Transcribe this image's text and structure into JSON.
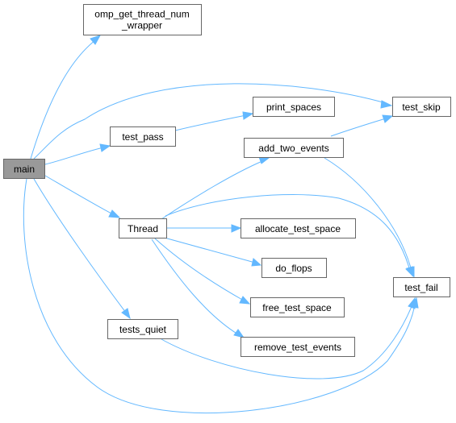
{
  "graph": {
    "nodes": {
      "main": {
        "label": "main",
        "root": true
      },
      "omp": {
        "label_lines": [
          "omp_get_thread_num",
          "_wrapper"
        ]
      },
      "test_pass": {
        "label": "test_pass"
      },
      "thread": {
        "label": "Thread"
      },
      "tests_quiet": {
        "label": "tests_quiet"
      },
      "print_spaces": {
        "label": "print_spaces"
      },
      "add_two_events": {
        "label": "add_two_events"
      },
      "allocate_test_space": {
        "label": "allocate_test_space"
      },
      "do_flops": {
        "label": "do_flops"
      },
      "free_test_space": {
        "label": "free_test_space"
      },
      "remove_test_events": {
        "label": "remove_test_events"
      },
      "test_skip": {
        "label": "test_skip"
      },
      "test_fail": {
        "label": "test_fail"
      }
    },
    "edges": [
      {
        "from": "main",
        "to": "omp"
      },
      {
        "from": "main",
        "to": "test_skip"
      },
      {
        "from": "main",
        "to": "test_pass"
      },
      {
        "from": "main",
        "to": "thread"
      },
      {
        "from": "main",
        "to": "tests_quiet"
      },
      {
        "from": "main",
        "to": "test_fail"
      },
      {
        "from": "test_pass",
        "to": "print_spaces"
      },
      {
        "from": "thread",
        "to": "add_two_events"
      },
      {
        "from": "thread",
        "to": "test_fail"
      },
      {
        "from": "thread",
        "to": "allocate_test_space"
      },
      {
        "from": "thread",
        "to": "do_flops"
      },
      {
        "from": "thread",
        "to": "free_test_space"
      },
      {
        "from": "thread",
        "to": "remove_test_events"
      },
      {
        "from": "add_two_events",
        "to": "test_skip"
      },
      {
        "from": "add_two_events",
        "to": "test_fail"
      },
      {
        "from": "tests_quiet",
        "to": "test_fail"
      }
    ]
  },
  "colors": {
    "edge": "#63b8ff",
    "node_border": "#666666",
    "root_fill": "#999999",
    "node_fill": "#ffffff"
  }
}
